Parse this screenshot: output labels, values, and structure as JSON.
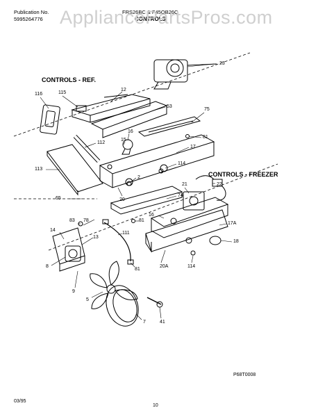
{
  "header": {
    "publication_label": "Publication No.",
    "publication_number": "5995264776",
    "models": "FRS26BC & F45OB26C",
    "section_title": "CONTROLS"
  },
  "watermark": "AppliancePartsPros.com",
  "sections": {
    "ref": "CONTROLS - REF.",
    "freezer": "CONTROLS - FREEZER"
  },
  "part_labels": {
    "p23": "23",
    "p116": "116",
    "p115": "115",
    "p12": "12",
    "p53": "53",
    "p75": "75",
    "p16a": "16",
    "p15": "15",
    "p112": "112",
    "p81a": "81",
    "p17": "17",
    "p113": "113",
    "p114a": "114",
    "p2": "2",
    "p20": "20",
    "p22": "22",
    "p21": "21",
    "p74": "74",
    "p65": "65",
    "p83": "83",
    "p78": "78",
    "p16b": "16",
    "p81b": "81",
    "p17a": "17A",
    "p14": "14",
    "p13": "13",
    "p111": "111",
    "p18": "18",
    "p8": "8",
    "p20a": "20A",
    "p114b": "114",
    "p81c": "81",
    "p9": "9",
    "p5": "5",
    "p7": "7",
    "p41": "41"
  },
  "footer": {
    "drawing_number": "P68T0008",
    "date": "03/95",
    "page": "10"
  }
}
